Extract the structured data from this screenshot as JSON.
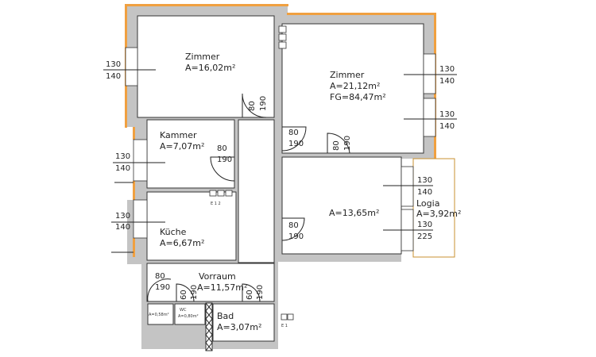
{
  "colors": {
    "wall": "#c4c4c4",
    "insulation": "#f0a040",
    "line": "#222222"
  },
  "rooms": {
    "zimmer_left": {
      "name": "Zimmer",
      "area": "A=16,02m²"
    },
    "zimmer_right": {
      "name": "Zimmer",
      "area": "A=21,12m²",
      "total": "FG=84,47m²"
    },
    "kammer": {
      "name": "Kammer",
      "area": "A=7,07m²"
    },
    "kueche": {
      "name": "Küche",
      "area": "A=6,67m²"
    },
    "room_right": {
      "area": "A=13,65m²"
    },
    "logia": {
      "name": "Logia",
      "area": "A=3,92m²"
    },
    "vorraum": {
      "name": "Vorraum",
      "area": "A=11,57m²"
    },
    "abstell": {
      "area": "A=0,58m²"
    },
    "wc": {
      "name": "WC",
      "area": "A=0,80m²"
    },
    "bad": {
      "name": "Bad",
      "area": "A=3,07m²"
    }
  },
  "windows": [
    {
      "w": "130",
      "h": "140"
    },
    {
      "w": "130",
      "h": "140"
    },
    {
      "w": "130",
      "h": "140"
    },
    {
      "w": "130",
      "h": "140"
    },
    {
      "w": "130",
      "h": "140"
    },
    {
      "w": "130",
      "h": "140"
    },
    {
      "w": "130",
      "h": "225"
    }
  ],
  "doors": [
    {
      "w": "80",
      "h": "190"
    },
    {
      "w": "80",
      "h": "190"
    },
    {
      "w": "80",
      "h": "190"
    },
    {
      "w": "80",
      "h": "190"
    },
    {
      "w": "80",
      "h": "190"
    },
    {
      "w": "80",
      "h": "190"
    },
    {
      "w": "60",
      "h": "190"
    },
    {
      "w": "60",
      "h": "190"
    }
  ],
  "chimneys": {
    "kitchen": "E 1 2",
    "bath": "E 1"
  }
}
